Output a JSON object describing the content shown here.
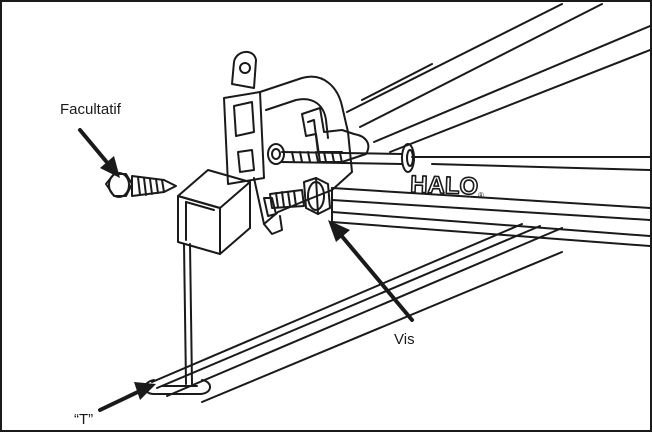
{
  "labels": {
    "optional": "Facultatif",
    "screw": "Vis",
    "tbar": "“T”"
  },
  "brand": {
    "text": "HALO",
    "mark": "®"
  },
  "colors": {
    "ink": "#1a1a1a",
    "paper": "#ffffff"
  }
}
